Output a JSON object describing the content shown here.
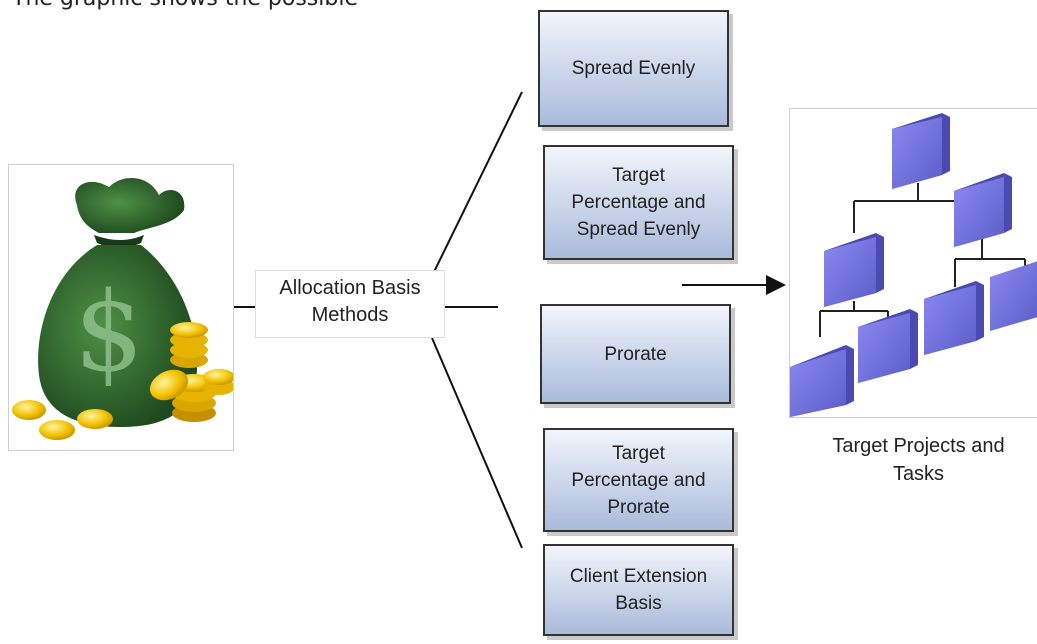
{
  "caption": "The graphic shows the possible",
  "center_label": {
    "line1": "Allocation Basis",
    "line2": "Methods"
  },
  "methods": [
    {
      "lines": [
        "Spread Evenly"
      ]
    },
    {
      "lines": [
        "Target",
        "Percentage and",
        "Spread Evenly"
      ]
    },
    {
      "lines": [
        "Prorate"
      ]
    },
    {
      "lines": [
        "Target",
        "Percentage and",
        "Prorate"
      ]
    },
    {
      "lines": [
        "Client Extension",
        "Basis"
      ]
    }
  ],
  "target": {
    "line1": "Target Projects and",
    "line2": "Tasks"
  },
  "icons": {
    "left": "money-bag-with-coins-icon",
    "right": "hierarchy-tree-icon"
  },
  "colors": {
    "box_gradient_top": "#f2f5fb",
    "box_gradient_bottom": "#a9bbdb",
    "bag_green": "#2f6a2c",
    "coin_gold": "#f2c200",
    "tree_blue": "#6f6fd8"
  }
}
